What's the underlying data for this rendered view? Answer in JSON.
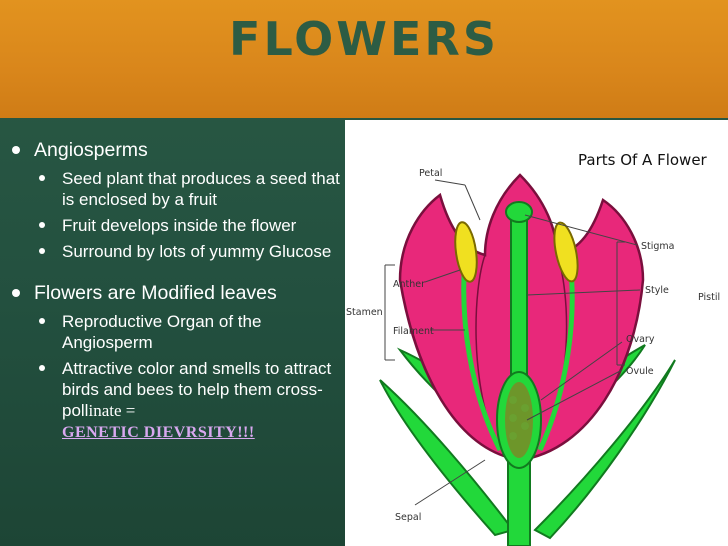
{
  "slide": {
    "title": "FLOWERS",
    "bullets": [
      {
        "text": "Angiosperms",
        "sub": [
          "Seed plant that produces a seed that is enclosed by a fruit",
          "Fruit develops inside the flower",
          "Surround by lots of yummy Glucose"
        ]
      },
      {
        "text": "Flowers are Modified leaves",
        "sub": [
          "Reproductive Organ of the Angiosperm",
          "Attractive color and smells to attract birds and bees to help them cross-poll",
          "inate =",
          "GENETIC DIEVRSITY!!!"
        ]
      }
    ]
  },
  "diagram": {
    "title": "Parts Of A Flower",
    "labels": {
      "petal": "Petal",
      "stigma": "Stigma",
      "anther": "Anther",
      "style": "Style",
      "pistil": "Pistil",
      "stamen": "Stamen",
      "filament": "Filament",
      "ovary": "Ovary",
      "ovule": "Ovule",
      "sepal": "Sepal"
    }
  },
  "colors": {
    "title_band": "#dd8d1c",
    "title_text": "#2d5c44",
    "background": "#245140",
    "petal": "#e8287a",
    "stem": "#22d83a",
    "anther": "#f0e020",
    "highlight": "#d8a8f0"
  }
}
